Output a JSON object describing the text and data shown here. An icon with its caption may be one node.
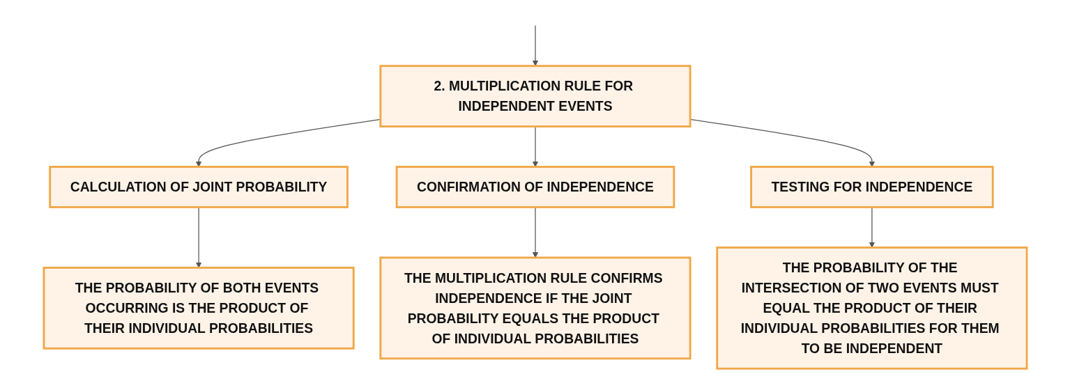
{
  "diagram": {
    "nodes": [
      {
        "text": [
          "2. MULTIPLICATION RULE FOR INDEPENDENT EVENTS"
        ]
      },
      {
        "text": [
          "CALCULATION OF JOINT PROBABILITY"
        ]
      },
      {
        "text": [
          "CONFIRMATION OF INDEPENDENCE"
        ]
      },
      {
        "text": [
          "TESTING FOR INDEPENDENCE"
        ]
      },
      {
        "text": [
          "THE PROBABILITY OF BOTH EVENTS OCCURRING IS THE PRODUCT OF THEIR INDIVIDUAL PROBABILITIES"
        ]
      },
      {
        "text": [
          "THE MULTIPLICATION RULE CONFIRMS INDEPENDENCE IF THE JOINT PROBABILITY EQUALS THE PRODUCT OF INDIVIDUAL PROBABILITIES"
        ]
      },
      {
        "text": [
          "THE PROBABILITY OF THE INTERSECTION OF TWO EVENTS MUST EQUAL THE PRODUCT OF THEIR INDIVIDUAL PROBABILITIES FOR THEM TO BE INDEPENDENT"
        ]
      }
    ],
    "edges": [
      {
        "from": null,
        "to": 0,
        "arrow": "to"
      },
      {
        "from": 0,
        "to": 1,
        "arrow": "to"
      },
      {
        "from": 0,
        "to": 2,
        "arrow": "to"
      },
      {
        "from": 0,
        "to": 3,
        "arrow": "to"
      },
      {
        "from": 1,
        "to": 4,
        "arrow": "to"
      },
      {
        "from": 2,
        "to": 5,
        "arrow": "to"
      },
      {
        "from": 3,
        "to": 6,
        "arrow": "to"
      }
    ]
  }
}
